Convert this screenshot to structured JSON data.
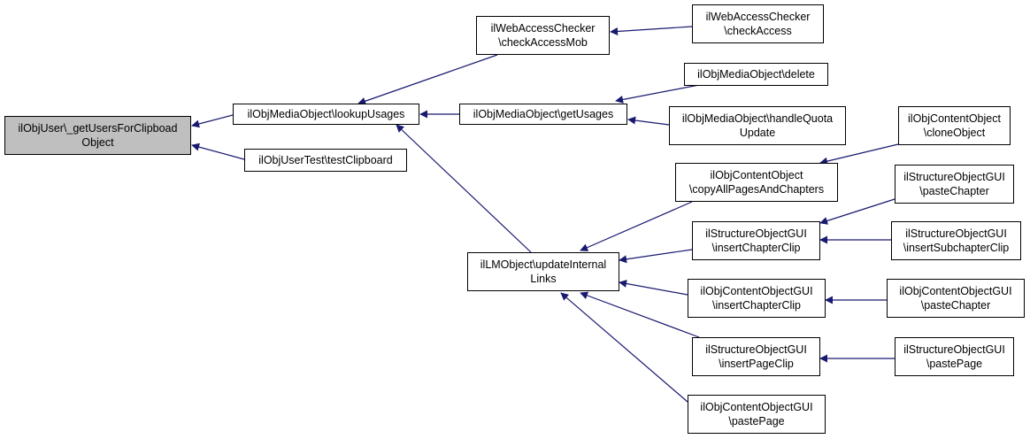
{
  "colors": {
    "edge": "#191970",
    "root_fill": "#bfbfbf",
    "node_fill": "#ffffff",
    "border": "#000000"
  },
  "nodes": [
    {
      "id": "root",
      "lines": [
        "ilObjUser\\_getUsersForClipboad",
        "Object"
      ]
    },
    {
      "id": "lookupUsages",
      "lines": [
        "ilObjMediaObject\\lookupUsages"
      ]
    },
    {
      "id": "testClipboard",
      "lines": [
        "ilObjUserTest\\testClipboard"
      ]
    },
    {
      "id": "checkAccessMob",
      "lines": [
        "ilWebAccessChecker",
        "\\checkAccessMob"
      ]
    },
    {
      "id": "getUsages",
      "lines": [
        "ilObjMediaObject\\getUsages"
      ]
    },
    {
      "id": "updateInternalLinks",
      "lines": [
        "ilLMObject\\updateInternal",
        "Links"
      ]
    },
    {
      "id": "checkAccess",
      "lines": [
        "ilWebAccessChecker",
        "\\checkAccess"
      ]
    },
    {
      "id": "delete",
      "lines": [
        "ilObjMediaObject\\delete"
      ]
    },
    {
      "id": "handleQuotaUpdate",
      "lines": [
        "ilObjMediaObject\\handleQuota",
        "Update"
      ]
    },
    {
      "id": "copyAllPagesAndChapters",
      "lines": [
        "ilObjContentObject",
        "\\copyAllPagesAndChapters"
      ]
    },
    {
      "id": "sogInsertChapterClip",
      "lines": [
        "ilStructureObjectGUI",
        "\\insertChapterClip"
      ]
    },
    {
      "id": "cogInsertChapterClip",
      "lines": [
        "ilObjContentObjectGUI",
        "\\insertChapterClip"
      ]
    },
    {
      "id": "sogInsertPageClip",
      "lines": [
        "ilStructureObjectGUI",
        "\\insertPageClip"
      ]
    },
    {
      "id": "cogPastePage",
      "lines": [
        "ilObjContentObjectGUI",
        "\\pastePage"
      ]
    },
    {
      "id": "cloneObject",
      "lines": [
        "ilObjContentObject",
        "\\cloneObject"
      ]
    },
    {
      "id": "sogPasteChapter",
      "lines": [
        "ilStructureObjectGUI",
        "\\pasteChapter"
      ]
    },
    {
      "id": "insertSubchapterClip",
      "lines": [
        "ilStructureObjectGUI",
        "\\insertSubchapterClip"
      ]
    },
    {
      "id": "cogPasteChapter",
      "lines": [
        "ilObjContentObjectGUI",
        "\\pasteChapter"
      ]
    },
    {
      "id": "sogPastePage",
      "lines": [
        "ilStructureObjectGUI",
        "\\pastePage"
      ]
    }
  ],
  "edges": [
    {
      "from": "lookupUsages",
      "to": "root"
    },
    {
      "from": "testClipboard",
      "to": "root"
    },
    {
      "from": "checkAccessMob",
      "to": "lookupUsages"
    },
    {
      "from": "getUsages",
      "to": "lookupUsages"
    },
    {
      "from": "updateInternalLinks",
      "to": "lookupUsages"
    },
    {
      "from": "checkAccess",
      "to": "checkAccessMob"
    },
    {
      "from": "delete",
      "to": "getUsages"
    },
    {
      "from": "handleQuotaUpdate",
      "to": "getUsages"
    },
    {
      "from": "copyAllPagesAndChapters",
      "to": "updateInternalLinks"
    },
    {
      "from": "sogInsertChapterClip",
      "to": "updateInternalLinks"
    },
    {
      "from": "cogInsertChapterClip",
      "to": "updateInternalLinks"
    },
    {
      "from": "sogInsertPageClip",
      "to": "updateInternalLinks"
    },
    {
      "from": "cogPastePage",
      "to": "updateInternalLinks"
    },
    {
      "from": "cloneObject",
      "to": "copyAllPagesAndChapters"
    },
    {
      "from": "sogPasteChapter",
      "to": "sogInsertChapterClip"
    },
    {
      "from": "insertSubchapterClip",
      "to": "sogInsertChapterClip"
    },
    {
      "from": "cogPasteChapter",
      "to": "cogInsertChapterClip"
    },
    {
      "from": "sogPastePage",
      "to": "sogInsertPageClip"
    }
  ]
}
